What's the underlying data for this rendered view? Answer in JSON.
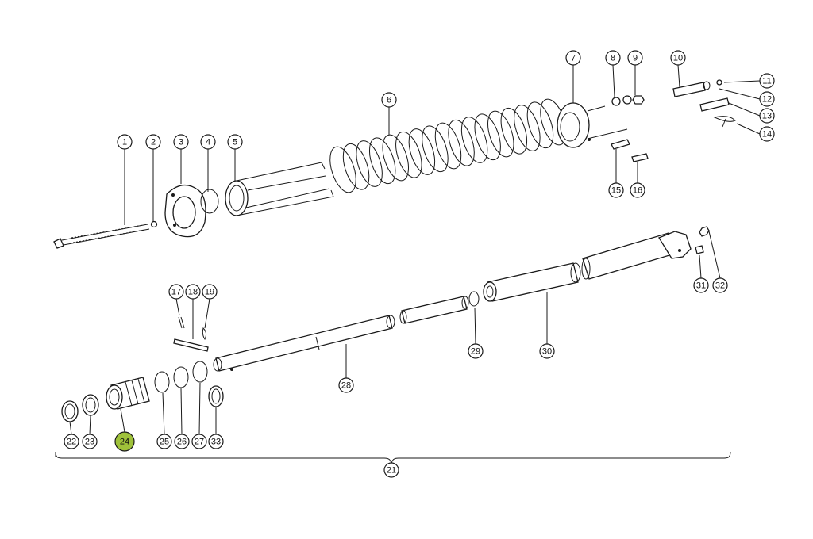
{
  "diagram": {
    "highlight_color": "#9fc23a",
    "callouts": [
      {
        "id": "c1",
        "label": "1"
      },
      {
        "id": "c2",
        "label": "2"
      },
      {
        "id": "c3",
        "label": "3"
      },
      {
        "id": "c4",
        "label": "4"
      },
      {
        "id": "c5",
        "label": "5"
      },
      {
        "id": "c6",
        "label": "6"
      },
      {
        "id": "c7",
        "label": "7"
      },
      {
        "id": "c8",
        "label": "8"
      },
      {
        "id": "c9",
        "label": "9"
      },
      {
        "id": "c10",
        "label": "10"
      },
      {
        "id": "c11",
        "label": "11"
      },
      {
        "id": "c12",
        "label": "12"
      },
      {
        "id": "c13",
        "label": "13"
      },
      {
        "id": "c14",
        "label": "14"
      },
      {
        "id": "c15",
        "label": "15"
      },
      {
        "id": "c16",
        "label": "16"
      },
      {
        "id": "c17",
        "label": "17"
      },
      {
        "id": "c18",
        "label": "18"
      },
      {
        "id": "c19",
        "label": "19"
      },
      {
        "id": "c21",
        "label": "21"
      },
      {
        "id": "c22",
        "label": "22"
      },
      {
        "id": "c23",
        "label": "23"
      },
      {
        "id": "c24",
        "label": "24",
        "highlighted": true
      },
      {
        "id": "c25",
        "label": "25"
      },
      {
        "id": "c26",
        "label": "26"
      },
      {
        "id": "c27",
        "label": "27"
      },
      {
        "id": "c28",
        "label": "28"
      },
      {
        "id": "c29",
        "label": "29"
      },
      {
        "id": "c30",
        "label": "30"
      },
      {
        "id": "c31",
        "label": "31"
      },
      {
        "id": "c32",
        "label": "32"
      },
      {
        "id": "c33",
        "label": "33"
      }
    ]
  }
}
